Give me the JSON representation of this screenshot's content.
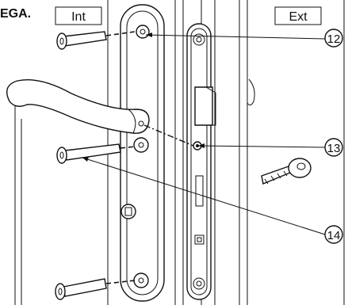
{
  "header": {
    "clipped_title": "EGA."
  },
  "labels": {
    "inside": "Int",
    "outside": "Ext"
  },
  "callouts": [
    {
      "number": "12",
      "part": "upper screw"
    },
    {
      "number": "13",
      "part": "latch spindle screw"
    },
    {
      "number": "14",
      "part": "middle screw"
    }
  ]
}
